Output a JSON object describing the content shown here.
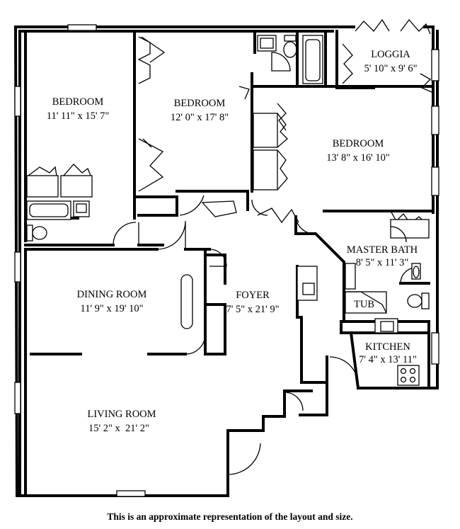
{
  "rooms": {
    "bedroom_left": {
      "name": "BEDROOM",
      "size": "11' 11\" x 15' 7\""
    },
    "bedroom_mid": {
      "name": "BEDROOM",
      "size": "12' 0\" x 17' 8\""
    },
    "bedroom_right": {
      "name": "BEDROOM",
      "size": "13' 8\" x 16' 10\""
    },
    "loggia": {
      "name": "LOGGIA",
      "size": "5' 10\" x 9' 6\""
    },
    "master_bath": {
      "name": "MASTER BATH",
      "size": "8' 5\" x 11' 3\""
    },
    "dining_room": {
      "name": "DINING ROOM",
      "size": "11' 9\" x 19' 10\""
    },
    "foyer": {
      "name": "FOYER",
      "size": "7' 5\" x 21' 9\""
    },
    "kitchen": {
      "name": "KITCHEN",
      "size": "7' 4\" x 13' 11\""
    },
    "living_room": {
      "name": "LIVING ROOM",
      "size": "15' 2\" x  21' 2\""
    }
  },
  "fixtures": {
    "tub_label": "TUB"
  },
  "caption": "This is an approximate representation of the layout and size."
}
